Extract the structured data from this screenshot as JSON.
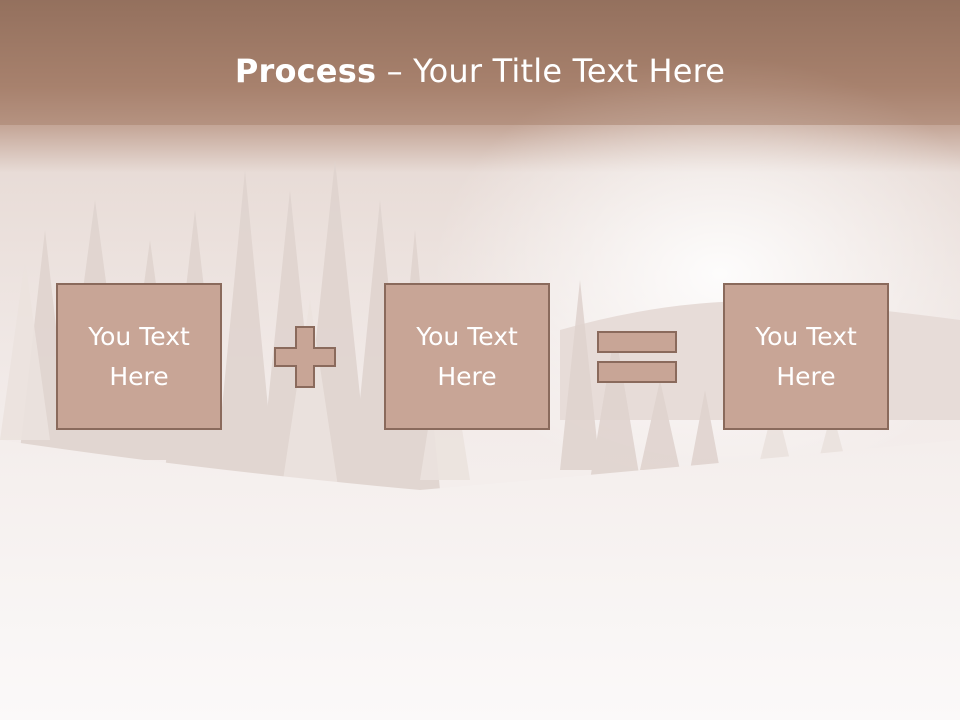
{
  "slide": {
    "title_bold": "Process",
    "title_rest": " – Your Title Text Here",
    "boxes": [
      {
        "text": "You Text Here"
      },
      {
        "text": "You Text Here"
      },
      {
        "text": "You Text Here"
      }
    ],
    "operators": [
      "plus-icon",
      "equals-icon"
    ],
    "colors": {
      "header": "#a57f6b",
      "box_fill": "#c8a596",
      "box_border": "#8a6a5c",
      "text": "#ffffff"
    }
  }
}
